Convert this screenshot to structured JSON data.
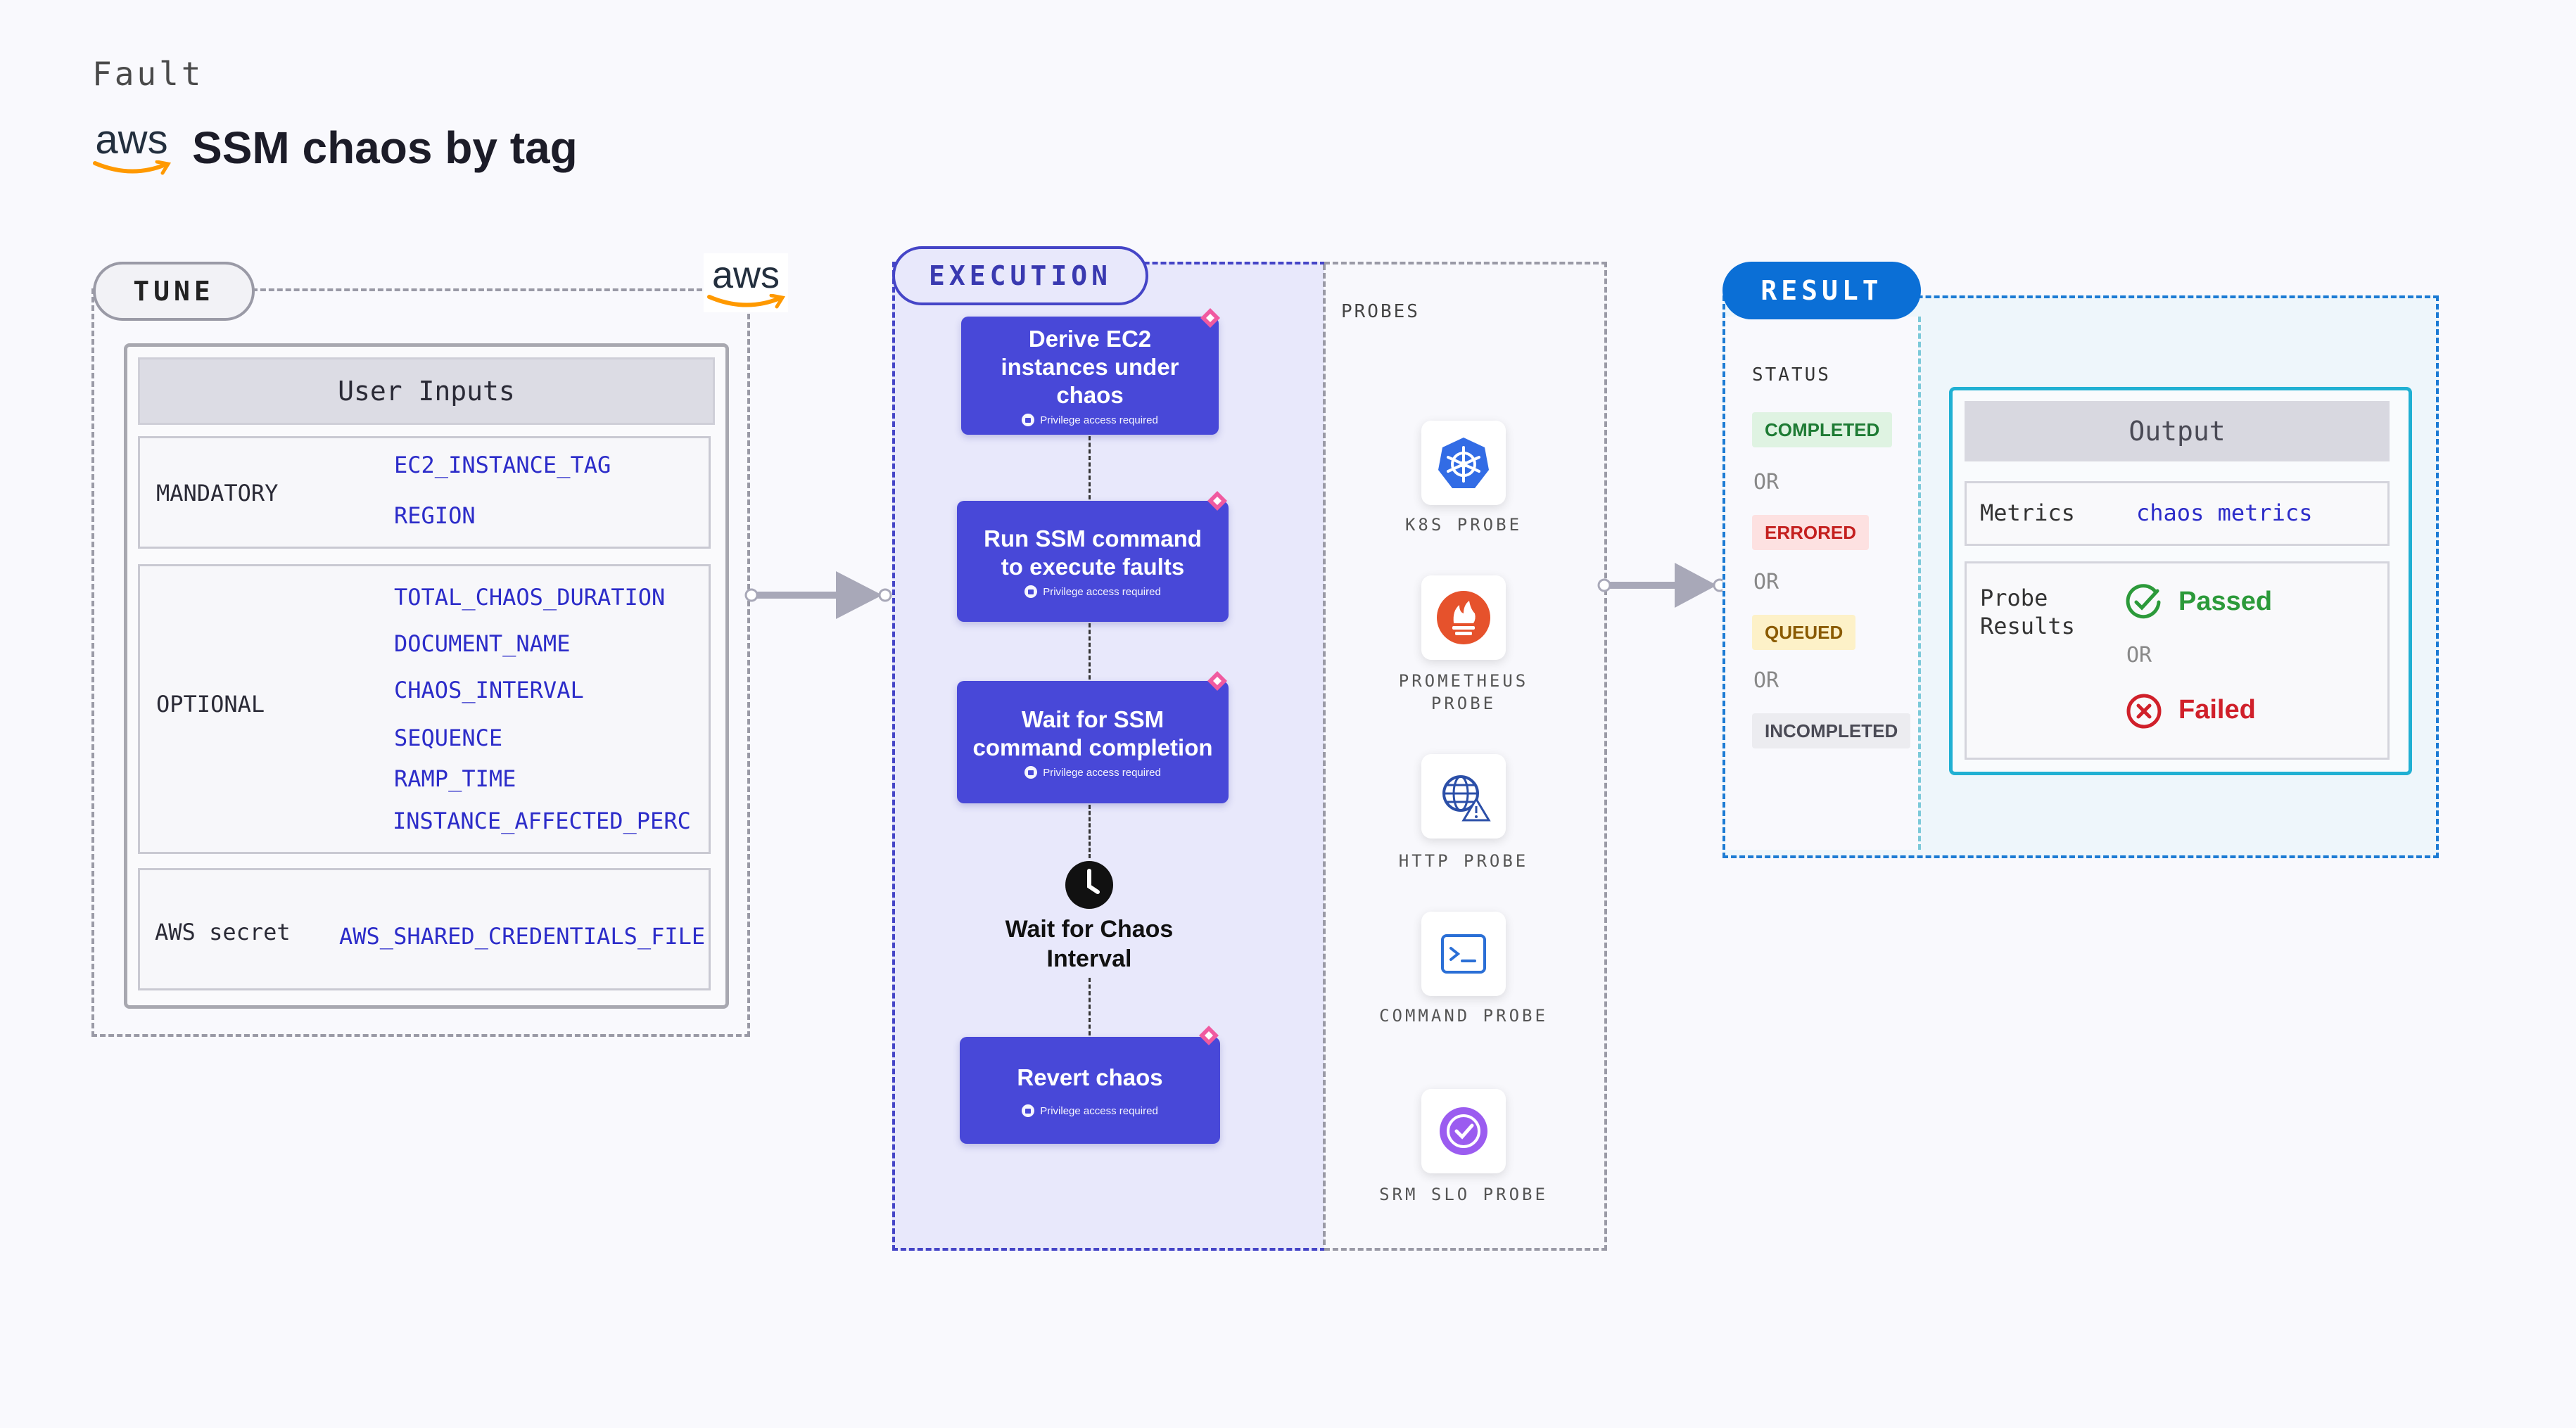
{
  "header": {
    "fault_label": "Fault",
    "aws_logo_text": "aws",
    "title": "SSM chaos by tag"
  },
  "tune": {
    "pill": "TUNE",
    "aws_logo_text": "aws",
    "user_inputs_title": "User Inputs",
    "mandatory": {
      "label": "MANDATORY",
      "params": [
        "EC2_INSTANCE_TAG",
        "REGION"
      ]
    },
    "optional": {
      "label": "OPTIONAL",
      "params": [
        "TOTAL_CHAOS_DURATION",
        "DOCUMENT_NAME",
        "CHAOS_INTERVAL",
        "SEQUENCE",
        "RAMP_TIME",
        "INSTANCE_AFFECTED_PERC"
      ]
    },
    "secret": {
      "label": "AWS secret",
      "params": [
        "AWS_SHARED_CREDENTIALS_FILE"
      ]
    }
  },
  "execution": {
    "pill": "EXECUTION",
    "steps": [
      {
        "title": "Derive EC2 instances under chaos",
        "sub": "Privilege access required"
      },
      {
        "title": "Run SSM command to execute faults",
        "sub": "Privilege access required"
      },
      {
        "title": "Wait for SSM command completion",
        "sub": "Privilege access required"
      },
      {
        "title": "Revert chaos",
        "sub": "Privilege access required"
      }
    ],
    "wait_text": "Wait for Chaos Interval"
  },
  "probes": {
    "label": "PROBES",
    "items": [
      {
        "name": "K8S PROBE",
        "icon": "kubernetes-icon"
      },
      {
        "name": "PROMETHEUS PROBE",
        "icon": "prometheus-icon"
      },
      {
        "name": "HTTP PROBE",
        "icon": "http-globe-icon"
      },
      {
        "name": "COMMAND PROBE",
        "icon": "terminal-icon"
      },
      {
        "name": "SRM SLO PROBE",
        "icon": "srm-slo-icon"
      }
    ]
  },
  "result": {
    "pill": "RESULT",
    "status_label": "STATUS",
    "statuses": [
      {
        "text": "COMPLETED",
        "bg": "#dff3e2",
        "fg": "#1e7b34"
      },
      {
        "text": "ERRORED",
        "bg": "#fde1e1",
        "fg": "#c4201f"
      },
      {
        "text": "QUEUED",
        "bg": "#fdf1c8",
        "fg": "#8a5a00"
      },
      {
        "text": "INCOMPLETED",
        "bg": "#ececf0",
        "fg": "#4a4a55"
      }
    ],
    "or": "OR",
    "output": {
      "title": "Output",
      "metrics_label": "Metrics",
      "metrics_value": "chaos metrics",
      "probe_results_label": "Probe Results",
      "passed": "Passed",
      "or": "OR",
      "failed": "Failed"
    }
  },
  "colors": {
    "execution_accent": "#4848d8",
    "result_accent": "#0b6fd6",
    "param_blue": "#2c2cc9",
    "aws_orange": "#ff9900"
  }
}
